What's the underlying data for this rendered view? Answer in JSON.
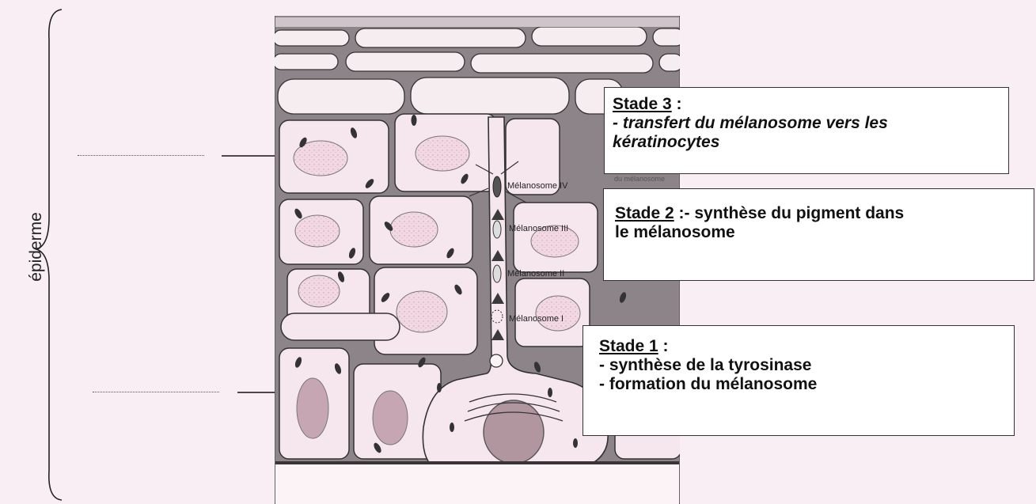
{
  "side_label": "épiderme",
  "colors": {
    "background": "#f8eef3",
    "cell_fill": "#f4e2ea",
    "border": "#333333"
  },
  "melanosome_labels": [
    "Mélanosome IV",
    "Mélanosome III",
    "Mélanosome II",
    "Mélanosome I"
  ],
  "boxes": {
    "stade3": {
      "title": "Stade 3",
      "lines": [
        "- transfert du mélanosome vers les",
        "kératinocytes"
      ]
    },
    "stade2": {
      "title": "Stade 2",
      "sep": " :- ",
      "lines": [
        "synthèse du pigment dans",
        "le mélanosome"
      ]
    },
    "stade1": {
      "title": "Stade 1",
      "lines": [
        "- synthèse de la tyrosinase",
        "- formation du mélanosome"
      ]
    }
  },
  "hidden_fragment": "du mélanosome"
}
